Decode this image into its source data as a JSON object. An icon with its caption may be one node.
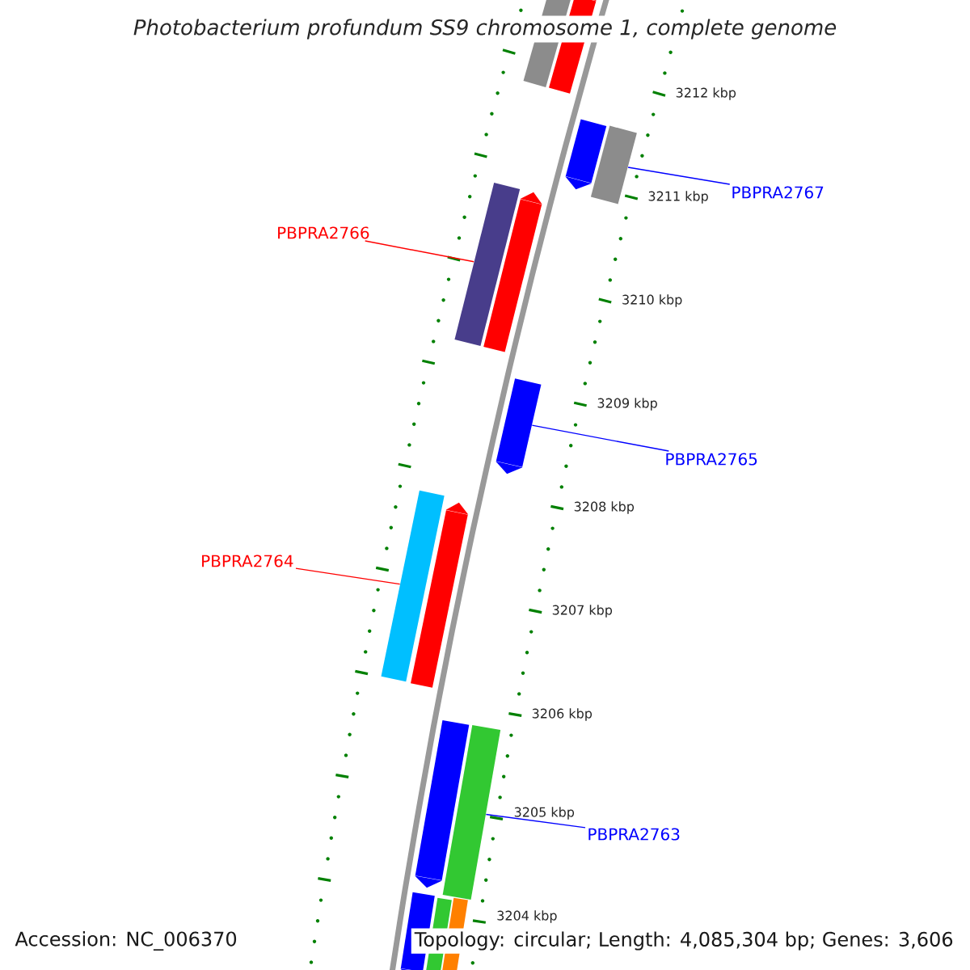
{
  "diagram": {
    "title": "Photobacterium profundum SS9 chromosome 1, complete genome",
    "nodes": [
      {
        "text": [],
        "shape": "bar"
      },
      {
        "text": [],
        "shape": "bar"
      },
      {
        "text": [
          "PBPRA2767"
        ]
      },
      {
        "text": [],
        "shape": "bar"
      },
      {
        "text": [],
        "shape": "bar"
      },
      {
        "text": [
          "PBPRA2766"
        ]
      },
      {
        "text": [],
        "shape": "bar"
      },
      {
        "text": [],
        "shape": "bar"
      },
      {
        "text": [],
        "shape": "bar"
      },
      {
        "text": [
          "PBPRA2765"
        ]
      },
      {
        "text": [
          "PBPRA2764"
        ]
      },
      {
        "text": [],
        "shape": "bar"
      },
      {
        "text": [],
        "shape": "bar"
      },
      {
        "text": [],
        "shape": "bar"
      },
      {
        "text": [],
        "shape": "bar"
      },
      {
        "text": [
          "PBPRA2763"
        ]
      },
      {
        "text": [],
        "shape": "bar"
      },
      {
        "text": [],
        "shape": "bar"
      },
      {
        "text": [],
        "shape": "bar"
      }
    ],
    "edges": [
      {
        "from": 2,
        "to": 4,
        "arrow": "none"
      },
      {
        "from": 5,
        "to": 6,
        "arrow": "none",
        "color": "#ff0000"
      },
      {
        "from": 9,
        "to": 8,
        "arrow": "none"
      },
      {
        "from": 10,
        "to": 11,
        "arrow": "none",
        "color": "#ff0000"
      },
      {
        "from": 15,
        "to": 14,
        "arrow": "none"
      }
    ],
    "labels": [
      "3212 kbp",
      "3211 kbp",
      "3210 kbp",
      "3209 kbp",
      "3208 kbp",
      "3207 kbp",
      "3206 kbp",
      "3205 kbp",
      "3204 kbp",
      "Accession: NC_006370",
      "Topology: circular; Length: 4,085,304 bp; Genes: 3,606"
    ]
  }
}
